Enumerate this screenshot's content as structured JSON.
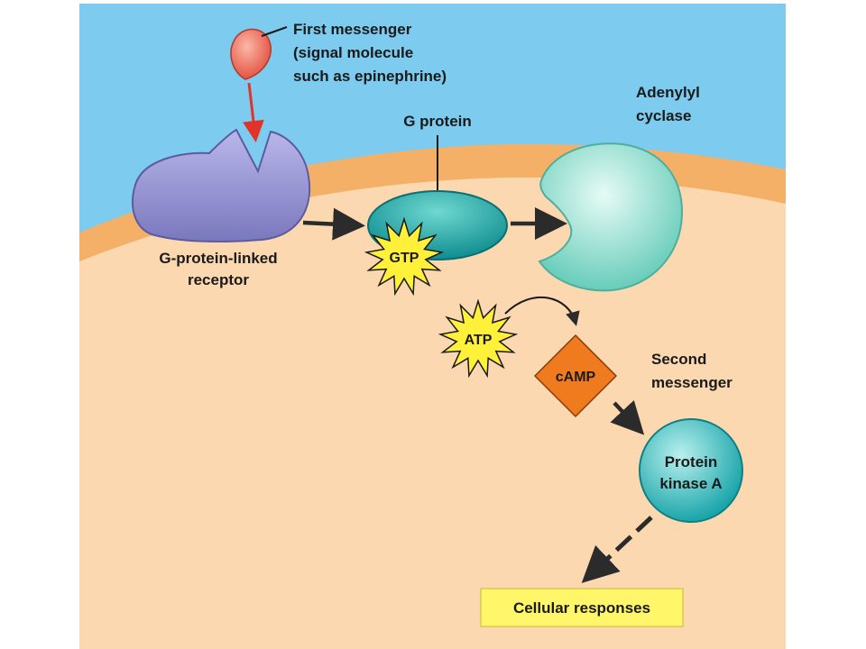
{
  "colors": {
    "extracellular": "#7ecbf0",
    "membrane": "#f3b066",
    "cytoplasm": "#fbd8b0",
    "receptor": "#9a98d6",
    "g_protein": "#1ea7a5",
    "adenylyl_cyclase": "#8fdccd",
    "protein_kinase_a": "#38c0c4",
    "camp": "#f07b1f",
    "starburst": "#fff03a",
    "signal_molecule": "#ee6b5a",
    "response_box": "#fff66a"
  },
  "labels": {
    "first_messenger": [
      "First messenger",
      "(signal molecule",
      "such as epinephrine)"
    ],
    "g_protein": "G protein",
    "adenylyl_cyclase": [
      "Adenylyl",
      "cyclase"
    ],
    "receptor": [
      "G-protein-linked",
      "receptor"
    ],
    "second_messenger": [
      "Second",
      "messenger"
    ],
    "protein_kinase_a": [
      "Protein",
      "kinase A"
    ],
    "cellular_responses": "Cellular responses"
  },
  "molecules": {
    "gtp": "GTP",
    "atp": "ATP",
    "camp": "cAMP"
  }
}
